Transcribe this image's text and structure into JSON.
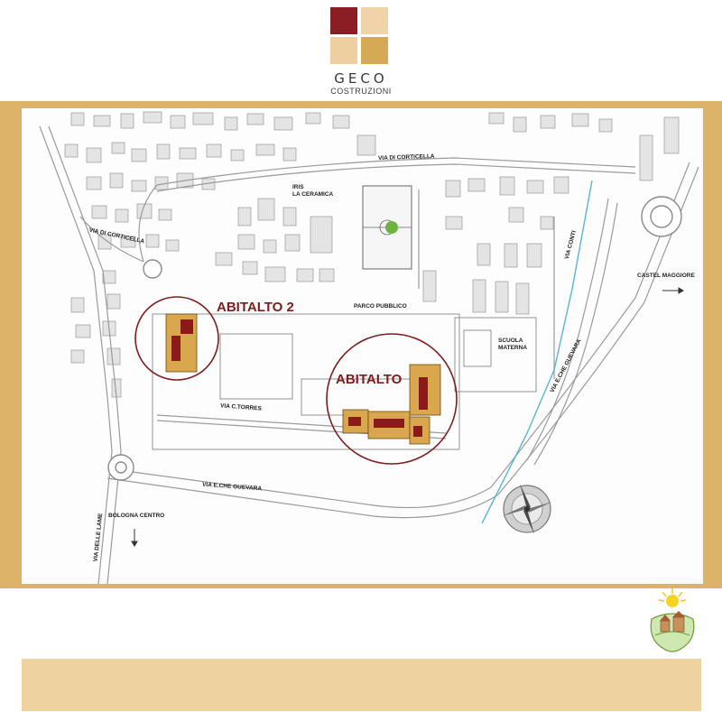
{
  "colors": {
    "frame": "#ddb36a",
    "footer_band": "#eed3a0",
    "building": "#d9a74d",
    "roof_detail": "#8b1a1a",
    "circle": "#7d1d1d",
    "river": "#5ab4d6"
  },
  "logo": {
    "squares": [
      "#8b1e24",
      "#f0d3a8",
      "#eecf9f",
      "#d5a955"
    ],
    "wordmark": "GECO",
    "subtitle": "COSTRUZIONI"
  },
  "map": {
    "areas": {
      "abitalto2": "ABITALTO 2",
      "abitalto": "ABITALTO"
    },
    "labels": {
      "via_corticella_top": "VIA DI CORTICELLA",
      "via_corticella_left": "VIA DI CORTICELLA",
      "iris": "IRIS",
      "la_ceramica": "LA CERAMICA",
      "parco": "PARCO PUBBLICO",
      "scuola": "SCUOLA",
      "materna": "MATERNA",
      "via_conti": "VIA CONTI",
      "castel_maggiore": "CASTEL MAGGIORE",
      "via_che_guevara_right": "VIA E.CHE GUEVARA",
      "via_torres": "VIA C.TORRES",
      "via_che_guevara_bottom": "VIA E.CHE GUEVARA",
      "bologna_centro": "BOLOGNA CENTRO",
      "via_delle_lame": "VIA DELLE LAME"
    },
    "icons": {
      "compass": "compass-rose-icon",
      "sports": "sports-field-icon",
      "arrow_east": "arrow-right-icon",
      "arrow_south": "arrow-down-icon"
    }
  },
  "emblem": {
    "icon": "town-emblem-icon"
  }
}
